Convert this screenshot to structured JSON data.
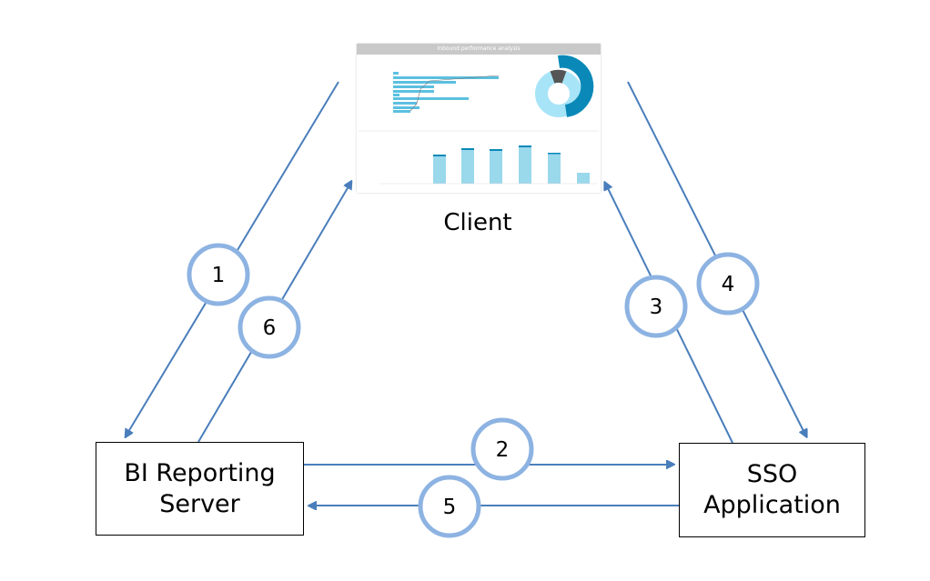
{
  "client": {
    "label": "Client",
    "dashboard_title": "Inbound performance analysis"
  },
  "nodes": {
    "bi_server": "BI Reporting\nServer",
    "sso_app": "SSO\nApplication"
  },
  "steps": [
    {
      "num": "1",
      "from": "Client",
      "to": "BI Reporting Server"
    },
    {
      "num": "2",
      "from": "BI Reporting Server",
      "to": "SSO Application"
    },
    {
      "num": "3",
      "from": "SSO Application",
      "to": "Client"
    },
    {
      "num": "4",
      "from": "Client",
      "to": "SSO Application"
    },
    {
      "num": "5",
      "from": "SSO Application",
      "to": "BI Reporting Server"
    },
    {
      "num": "6",
      "from": "BI Reporting Server",
      "to": "Client"
    }
  ],
  "colors": {
    "arrow": "#4a7ebb",
    "circle": "#8db3e2",
    "bar": "#5bc0e0",
    "bar_dark": "#0a89b8",
    "bar_light": "#9ad8ec"
  }
}
